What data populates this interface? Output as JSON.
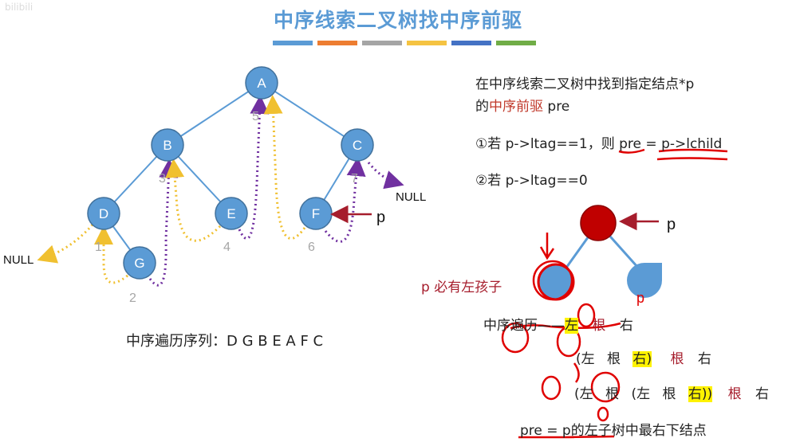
{
  "watermark": "bilibili",
  "title": "中序线索二叉树找中序前驱",
  "color_bars": [
    "#5b9bd5",
    "#ed7d31",
    "#a5a5a5",
    "#f5c342",
    "#4472c4",
    "#70ad47"
  ],
  "tree": {
    "nodes": [
      "A",
      "B",
      "C",
      "D",
      "E",
      "F",
      "G"
    ],
    "null_left": "NULL",
    "null_right": "NULL",
    "step_numbers": [
      "1",
      "2",
      "3",
      "4",
      "5",
      "6",
      "7"
    ],
    "pointer_label": "p"
  },
  "inorder_sequence": "中序遍历序列：D G B E A F C",
  "explanation": {
    "line1": "在中序线索二叉树中找到指定结点*p",
    "line2_prefix": "的",
    "line2_red": "中序前驱",
    "line2_suffix": " pre",
    "case1_prefix": "①若 p->ltag==1，则 ",
    "case1_pre": "pre",
    "case1_eq": " = ",
    "case1_lchild": "p->lchild",
    "case2": "②若 p->ltag==0"
  },
  "right_diagram": {
    "pointer_label": "p",
    "left_child_note": "p 必有左孩子",
    "handwritten_p": "p",
    "traversal_label": "中序遍历——",
    "row1": [
      "左",
      "根",
      "右"
    ],
    "row2": [
      "(左",
      "根",
      "右)",
      "根",
      "右"
    ],
    "row3": [
      "(左",
      "根",
      "(左",
      "根",
      "右))",
      "根",
      "右"
    ],
    "conclusion": "pre = p的左子树中最右下结点"
  },
  "colors": {
    "node": "#5b9bd5",
    "node_stroke": "#41719c",
    "root_red": "#c00000",
    "thread_purple": "#7030a0",
    "thread_yellow": "#f0c030",
    "annotation_red": "#e00000"
  }
}
